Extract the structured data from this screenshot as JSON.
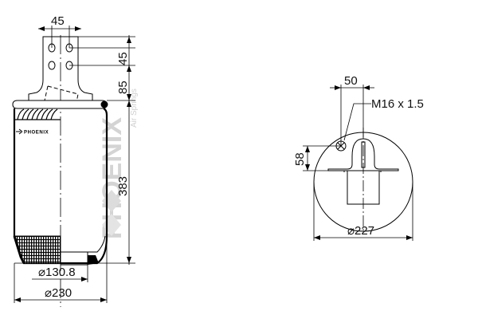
{
  "drawing": {
    "side_view": {
      "dimensions": {
        "bracket_hole_spacing": "45",
        "bracket_height": "45",
        "bracket_offset": "85",
        "bellows_height": "383",
        "piston_diameter": "⌀130.8",
        "bellows_diameter": "⌀230"
      },
      "bellows_label": "PHOENIX",
      "watermark": {
        "brand": "PHOENIX",
        "subtitle": "Air Springs"
      }
    },
    "top_view": {
      "dimensions": {
        "stud_offset": "50",
        "thread_spec": "M16 x 1.5",
        "stud_height": "58",
        "plate_diameter": "⌀227"
      }
    },
    "colors": {
      "line": "#000000",
      "watermark": "#d4d4d4",
      "background": "#ffffff"
    }
  }
}
